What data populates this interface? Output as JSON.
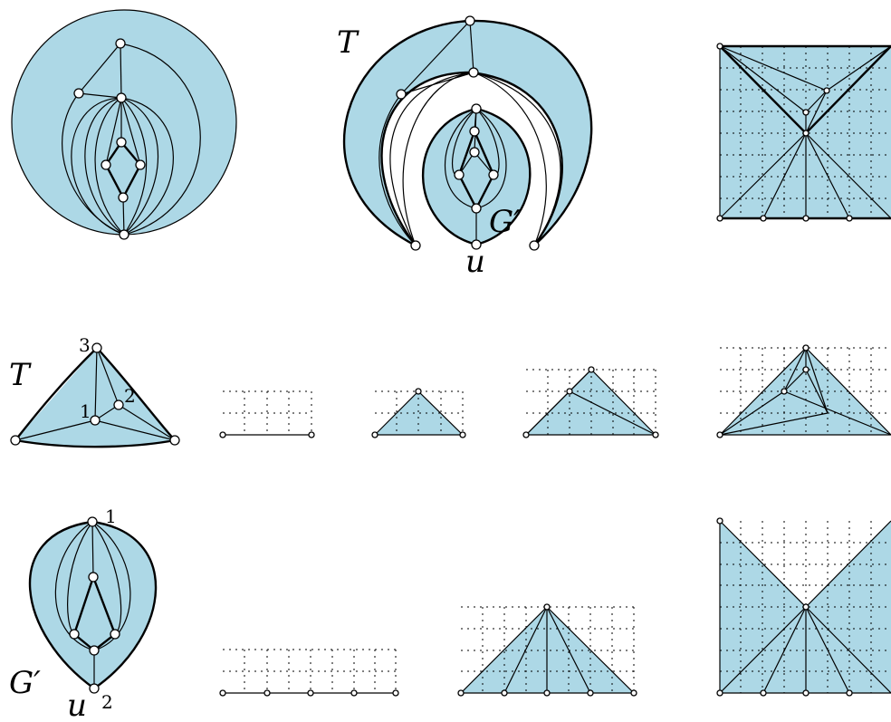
{
  "labels": {
    "T": "T",
    "G_prime": "G′",
    "u": "u",
    "n1": "1",
    "n2": "2",
    "n3": "3"
  },
  "colors": {
    "face_fill": "#add8e6",
    "stroke": "#000000",
    "node_fill": "#ffffff"
  }
}
